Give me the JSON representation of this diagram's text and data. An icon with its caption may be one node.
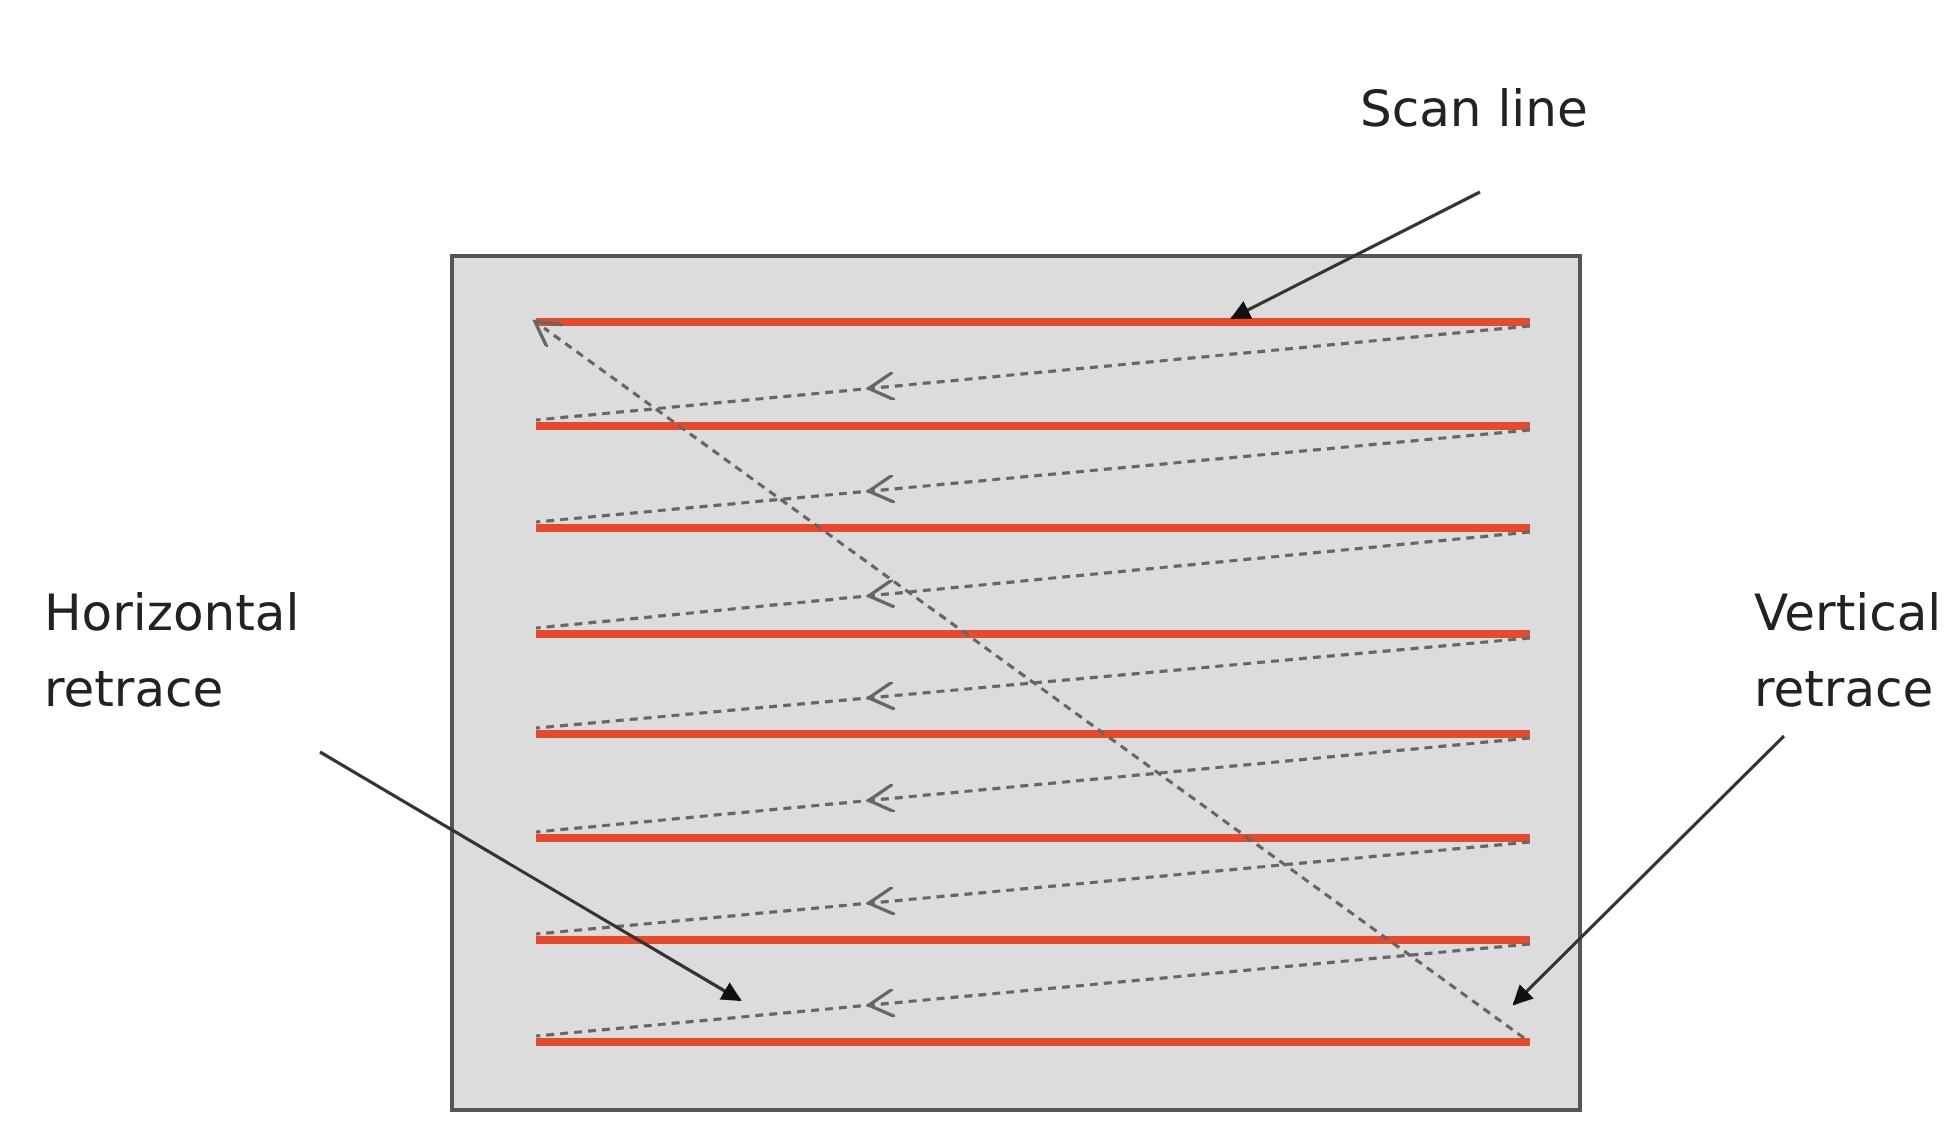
{
  "diagram": {
    "nodes": [
      {
        "text": [
          "Scan line"
        ]
      },
      {
        "text": [
          "Horizontal retrace"
        ]
      },
      {
        "text": [
          "Vertical retrace"
        ]
      }
    ],
    "edges": [
      {
        "from": 0,
        "to": null,
        "arrow": "to"
      },
      {
        "from": 1,
        "to": null,
        "arrow": "to"
      },
      {
        "from": 2,
        "to": null,
        "arrow": "to"
      }
    ]
  }
}
